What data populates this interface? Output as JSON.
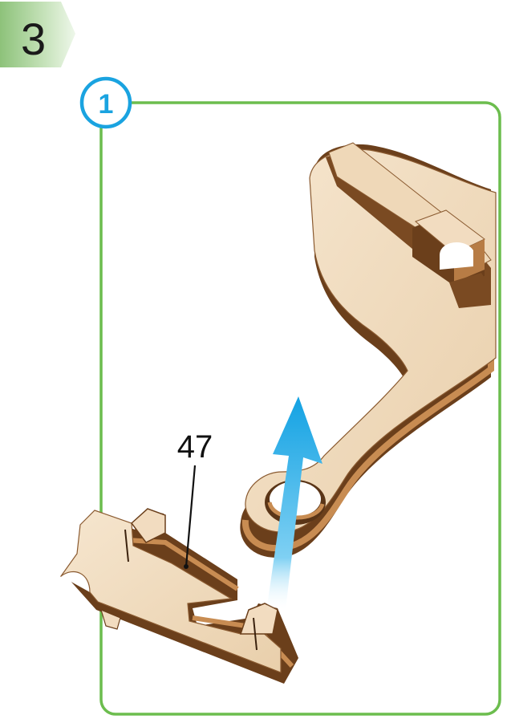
{
  "step": {
    "number": "3"
  },
  "substep": {
    "number": "1"
  },
  "callout": {
    "part_number": "47"
  },
  "colors": {
    "frame": "#6cbd4e",
    "substep_ring": "#1aa3e0",
    "arrow": "#19a9e6",
    "wood_face": "#f1dcc0",
    "wood_dark": "#5a3517",
    "wood_mid": "#b77c45",
    "step_badge_dark": "#9cc98b",
    "step_badge_light": "#e8f3e2"
  }
}
